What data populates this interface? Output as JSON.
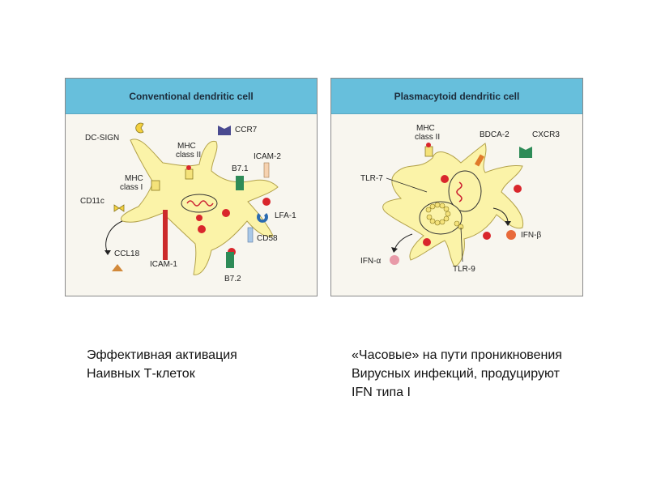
{
  "panels": [
    {
      "title": "Conventional dendritic cell",
      "labels": {
        "dc_sign": "DC-SIGN",
        "ccr7": "CCR7",
        "mhc2_line1": "MHC",
        "mhc2_line2": "class II",
        "icam2": "ICAM-2",
        "b71": "B7.1",
        "mhc1_line1": "MHC",
        "mhc1_line2": "class I",
        "cd11c": "CD11c",
        "lfa1": "LFA-1",
        "cd58": "CD58",
        "ccl18": "CCL18",
        "icam1": "ICAM-1",
        "b72": "B7.2"
      }
    },
    {
      "title": "Plasmacytoid dendritic cell",
      "labels": {
        "mhc2_line1": "MHC",
        "mhc2_line2": "class II",
        "bdca2": "BDCA-2",
        "cxcr3": "CXCR3",
        "tlr7": "TLR-7",
        "ifnb": "IFN-β",
        "ifna": "IFN-α",
        "tlr9": "TLR-9"
      }
    }
  ],
  "captions": {
    "left": [
      "Эффективная активация",
      "Наивных Т-клеток"
    ],
    "right": [
      "«Часовые» на пути проникновения",
      "Вирусных инфекций, продуцируют",
      "IFN типа I"
    ]
  },
  "colors": {
    "header": "#67bfdc",
    "cell": "#fbf3a8",
    "red_dot": "#d9262c",
    "green_receptor": "#2e8b57"
  }
}
